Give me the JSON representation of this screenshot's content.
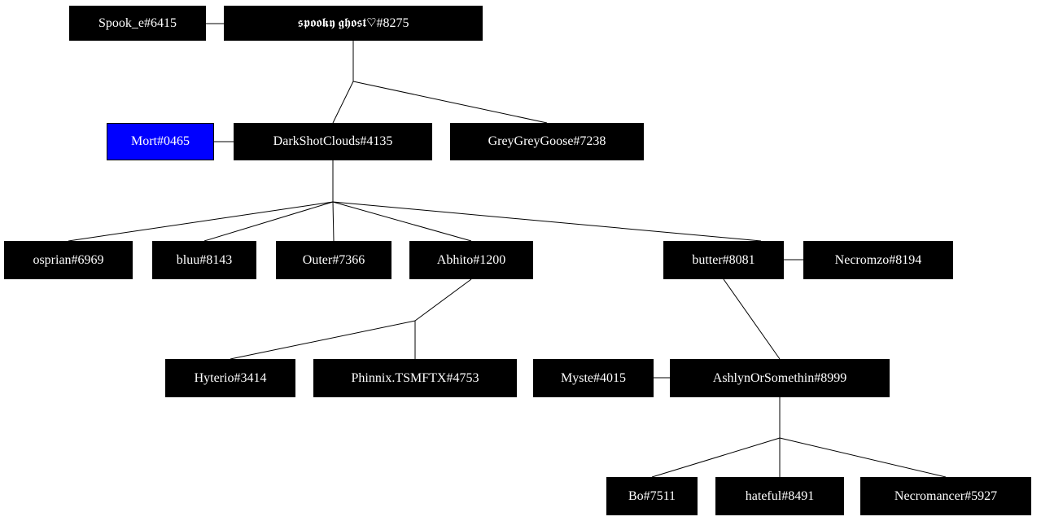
{
  "diagram": {
    "type": "family-tree-graph",
    "background_color": "#ffffff",
    "node_bg_color": "#000000",
    "node_text_color": "#ffffff",
    "highlight_bg_color": "#0000ff",
    "edge_color": "#000000"
  },
  "nodes": {
    "spook": {
      "label": "Spook_e#6415"
    },
    "heart": {
      "label": "𝖘𝖕𝖔𝖔𝖐𝖞 𝖌𝖍𝖔𝖘𝖙♡#8275"
    },
    "mort": {
      "label": "Mort#0465",
      "highlighted": true
    },
    "darkshotclouds": {
      "label": "DarkShotClouds#4135"
    },
    "greygreygoose": {
      "label": "GreyGreyGoose#7238"
    },
    "osprian": {
      "label": "osprian#6969"
    },
    "bluu": {
      "label": "bluu#8143"
    },
    "outer": {
      "label": "Outer#7366"
    },
    "abhito": {
      "label": "Abhito#1200"
    },
    "butter": {
      "label": "butter#8081"
    },
    "necromzo": {
      "label": "Necromzo#8194"
    },
    "hyterio": {
      "label": "Hyterio#3414"
    },
    "phinnix": {
      "label": "Phinnix.TSMFTX#4753"
    },
    "myste": {
      "label": "Myste#4015"
    },
    "ashlyn": {
      "label": "AshlynOrSomethin#8999"
    },
    "bo": {
      "label": "Bo#7511"
    },
    "hateful": {
      "label": "hateful#8491"
    },
    "necromancer": {
      "label": "Necromancer#5927"
    }
  }
}
